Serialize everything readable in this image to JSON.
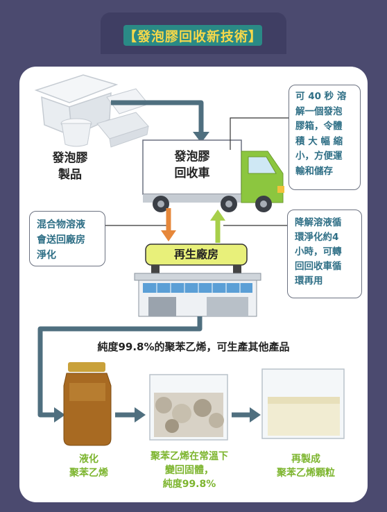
{
  "title": "【發泡膠回收新技術】",
  "foam_products_label": "發泡膠\n製品",
  "truck_label": "發泡膠\n回收車",
  "callout_truck": "可 40 秒 溶\n解一個發泡\n膠箱，令體\n積 大 幅 縮\n小，方便運\n輸和儲存",
  "callout_mixture": "混合物溶液\n會送回廠房\n淨化",
  "callout_solvent": "降解溶液循\n環淨化約4\n小時，可轉\n回回收車循\n環再用",
  "plant_label": "再生廠房",
  "product_statement": "純度99.8%的聚苯乙烯，可生產其他產品",
  "step_liquid": "液化\n聚苯乙烯",
  "step_solid": "聚苯乙烯在常溫下\n變回固體，\n純度99.8%",
  "step_pellets": "再製成\n聚苯乙烯顆粒",
  "colors": {
    "background": "#4b4a6f",
    "title_bar": "#2a8a86",
    "title_text": "#f6d84a",
    "arrow_dark": "#4f6f7f",
    "arrow_orange": "#e6873a",
    "arrow_green": "#a7cf4a",
    "callout_text": "#2f6f86",
    "caption_green": "#7db52f",
    "truck_green": "#8cc63f"
  }
}
